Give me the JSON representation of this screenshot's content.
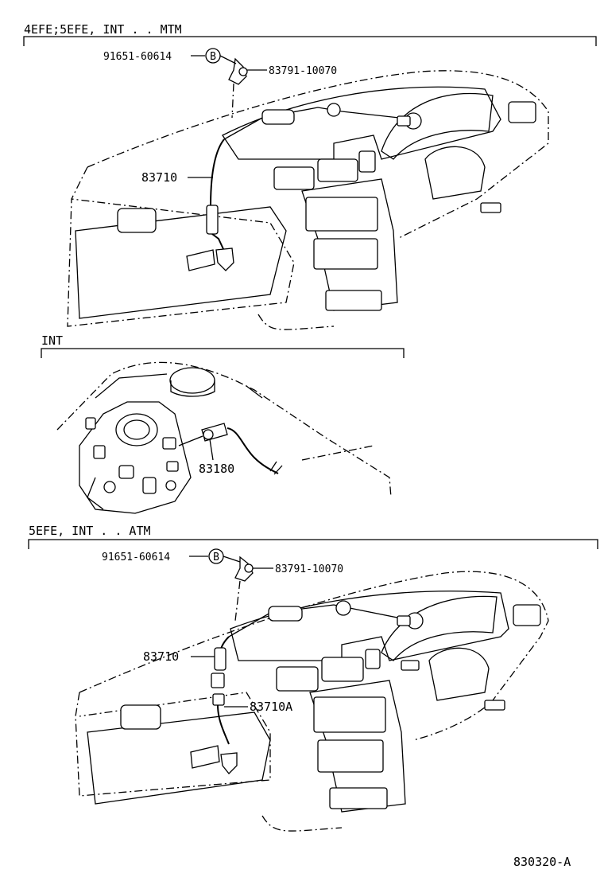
{
  "sections": {
    "top": {
      "header": "4EFE;5EFE, INT . . MTM",
      "bolt_part": "91651-60614",
      "bolt_marker": "B",
      "clamp_part": "83791-10070",
      "cable_part": "83710"
    },
    "middle": {
      "header": "INT",
      "sensor_part": "83180"
    },
    "bottom": {
      "header": "5EFE, INT . . ATM",
      "bolt_part": "91651-60614",
      "bolt_marker": "B",
      "clamp_part": "83791-10070",
      "cable_part": "83710",
      "cable_part_a": "83710A"
    }
  },
  "figure_code": "830320-A"
}
